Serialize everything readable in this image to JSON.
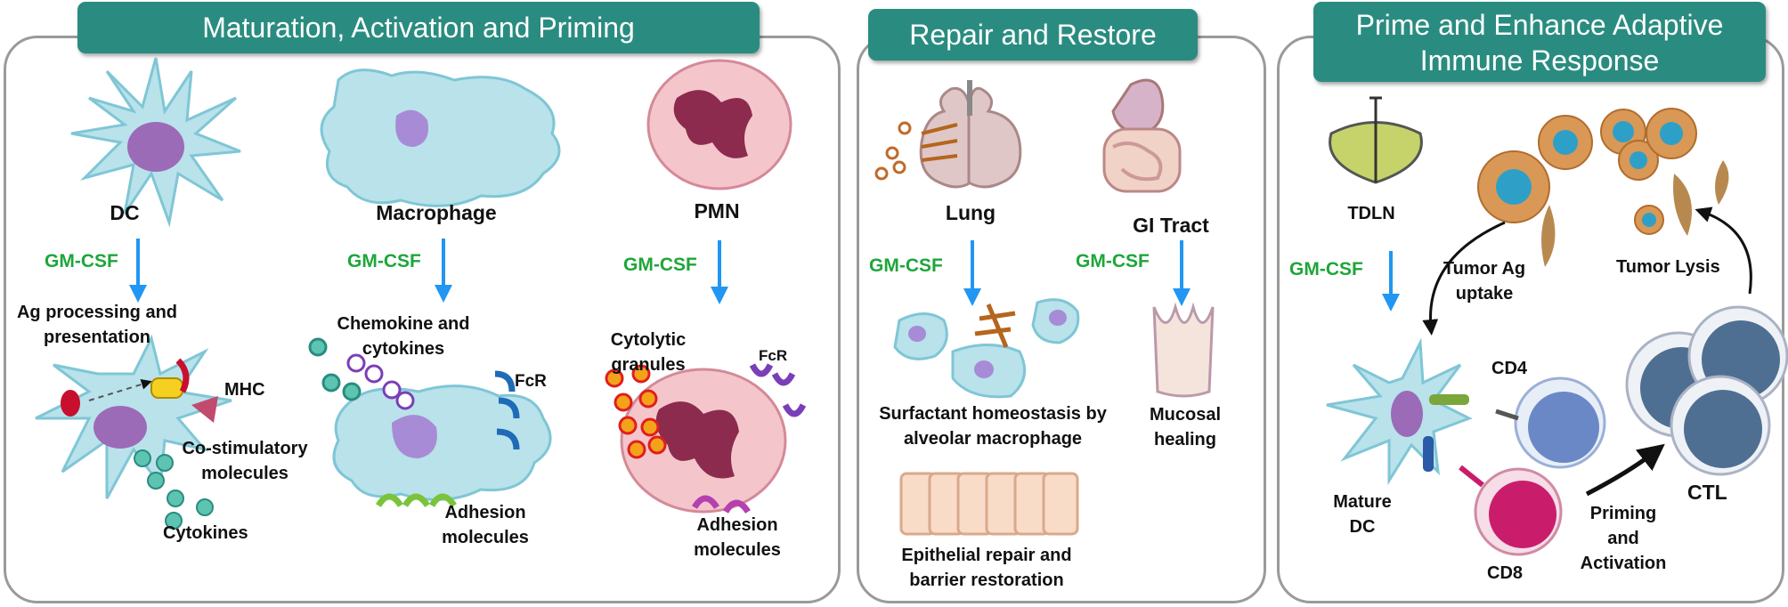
{
  "panels": {
    "maturation": {
      "title": "Maturation, Activation and Priming",
      "dc_label": "DC",
      "macrophage_label": "Macrophage",
      "pmn_label": "PMN",
      "dc_effect": "Ag processing and presentation",
      "mhc": "MHC",
      "costim": "Co-stimulatory molecules",
      "cytokines": "Cytokines",
      "chemokine": "Chemokine and cytokines",
      "fcr_macrophage": "FcR",
      "adhesion_macrophage": "Adhesion molecules",
      "cytolytic": "Cytolytic granules",
      "fcr_pmn": "FcR",
      "adhesion_pmn": "Adhesion molecules"
    },
    "repair": {
      "title": "Repair and Restore",
      "lung": "Lung",
      "gi": "GI Tract",
      "surfactant": "Surfactant homeostasis by alveolar macrophage",
      "mucosal": "Mucosal healing",
      "epithelial": "Epithelial repair and barrier restoration"
    },
    "adaptive": {
      "title": "Prime and Enhance Adaptive Immune Response",
      "tdln": "TDLN",
      "tumor_ag": "Tumor Ag uptake",
      "tumor_lysis": "Tumor Lysis",
      "cd4": "CD4",
      "cd8": "CD8",
      "mature_dc": "Mature DC",
      "priming": "Priming and Activation",
      "ctl": "CTL"
    }
  },
  "gm_csf": "GM-CSF",
  "colors": {
    "banner": "#2a8c80",
    "gm_csf_text": "#1ea63a",
    "arrow": "#2196f3",
    "cell_body": "#b9e2ea",
    "nucleus": "#a78bd6"
  }
}
